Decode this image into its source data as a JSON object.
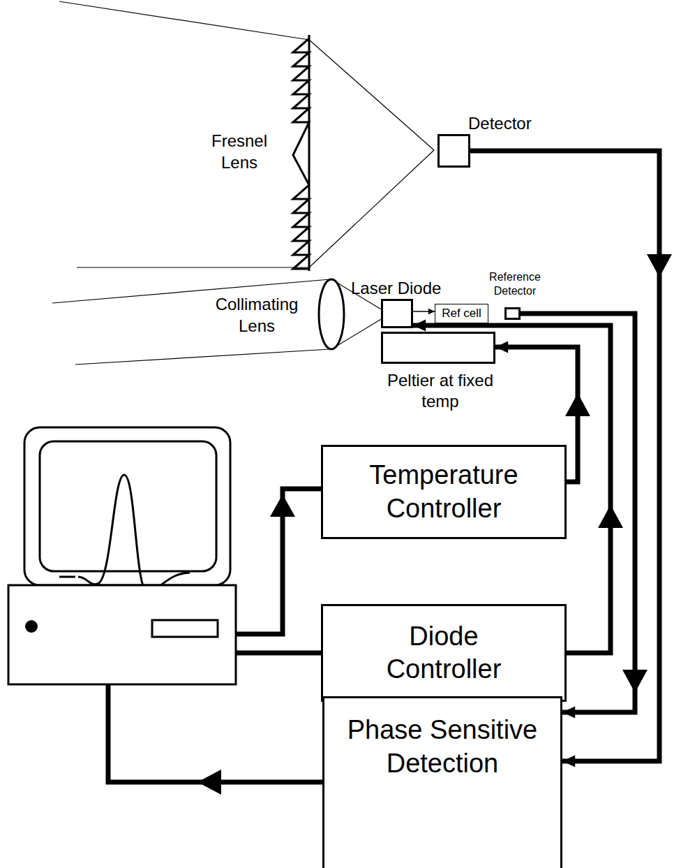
{
  "diagram": {
    "nodes": [
      {
        "text": [
          "Detector"
        ]
      },
      {
        "text": [
          "Laser Diode"
        ]
      },
      {
        "text": [
          "Ref cell"
        ]
      },
      {
        "text": [
          "Reference Detector"
        ]
      },
      {
        "text": [
          "Peltier at fixed temp"
        ]
      },
      {
        "text": [
          "Temperature Controller"
        ]
      },
      {
        "text": [
          "Diode Controller"
        ]
      },
      {
        "text": [
          "Phase Sensitive Detection"
        ]
      }
    ],
    "edges": [
      {
        "from": 0,
        "to": 7,
        "arrow": "to"
      },
      {
        "from": 3,
        "to": 7,
        "arrow": "to"
      },
      {
        "from": 6,
        "to": 1,
        "arrow": "to"
      },
      {
        "from": 5,
        "to": 4,
        "arrow": "to"
      },
      {
        "from": 1,
        "to": 2,
        "arrow": "to"
      }
    ],
    "labels": [
      "Fresnel Lens",
      "Collimating Lens"
    ]
  }
}
